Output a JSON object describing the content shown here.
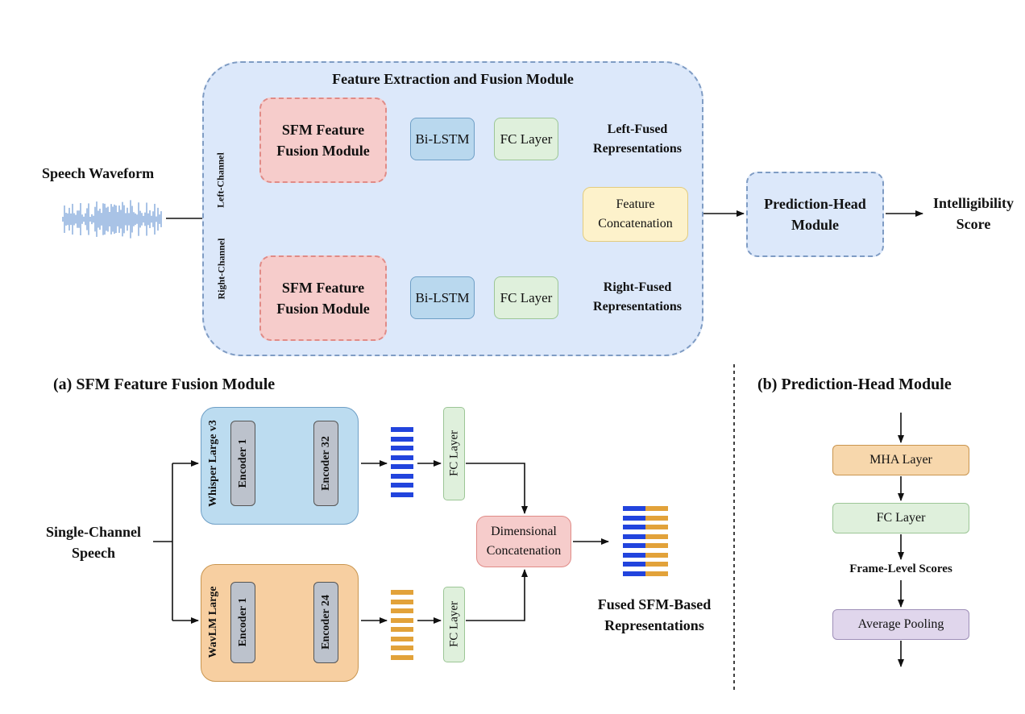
{
  "colors": {
    "module_fill": "#dce8fa",
    "module_border": "#7f9cc4",
    "sfm_fill": "#f6cccb",
    "sfm_border": "#e08b87",
    "lstm_fill": "#b9d8ee",
    "lstm_border": "#6e9fc6",
    "fc_fill": "#dff0dc",
    "fc_border": "#9cc696",
    "concat_fill": "#fdf2cb",
    "concat_border": "#e2cc7f",
    "whisper_fill": "#bcdcf0",
    "wavlm_fill": "#f7cfa1",
    "encoder_fill": "#bcc2cc",
    "mha_fill": "#f7d7ac",
    "pool_fill": "#e0d6ec",
    "blue_feature": "#2244dd",
    "orange_feature": "#e2a23a"
  },
  "top": {
    "module_title": "Feature Extraction and Fusion Module",
    "speech_waveform": "Speech Waveform",
    "left_channel": "Left-Channel",
    "right_channel": "Right-Channel",
    "sfm_left": [
      "SFM Feature",
      "Fusion Module"
    ],
    "sfm_right": [
      "SFM Feature",
      "Fusion Module"
    ],
    "bilstm": "Bi-LSTM",
    "fc_layer": "FC Layer",
    "left_fused": [
      "Left-Fused",
      "Representations"
    ],
    "right_fused": [
      "Right-Fused",
      "Representations"
    ],
    "feature_concat": [
      "Feature",
      "Concatenation"
    ],
    "prediction_head": [
      "Prediction-Head",
      "Module"
    ],
    "intelligibility": [
      "Intelligibility",
      "Score"
    ]
  },
  "panel_a": {
    "title": "(a) SFM Feature Fusion Module",
    "single_channel": [
      "Single-Channel",
      "Speech"
    ],
    "whisper": "Whisper Large v3",
    "wavlm": "WavLM Large",
    "encoder_1": "Encoder 1",
    "encoder_32": "Encoder 32",
    "encoder_24": "Encoder 24",
    "fc_layer": "FC Layer",
    "dim_concat": [
      "Dimensional",
      "Concatenation"
    ],
    "fused": [
      "Fused SFM-Based",
      "Representations"
    ]
  },
  "panel_b": {
    "title": "(b) Prediction-Head Module",
    "mha": "MHA Layer",
    "fc": "FC Layer",
    "frame_scores": "Frame-Level Scores",
    "pooling": "Average Pooling"
  }
}
